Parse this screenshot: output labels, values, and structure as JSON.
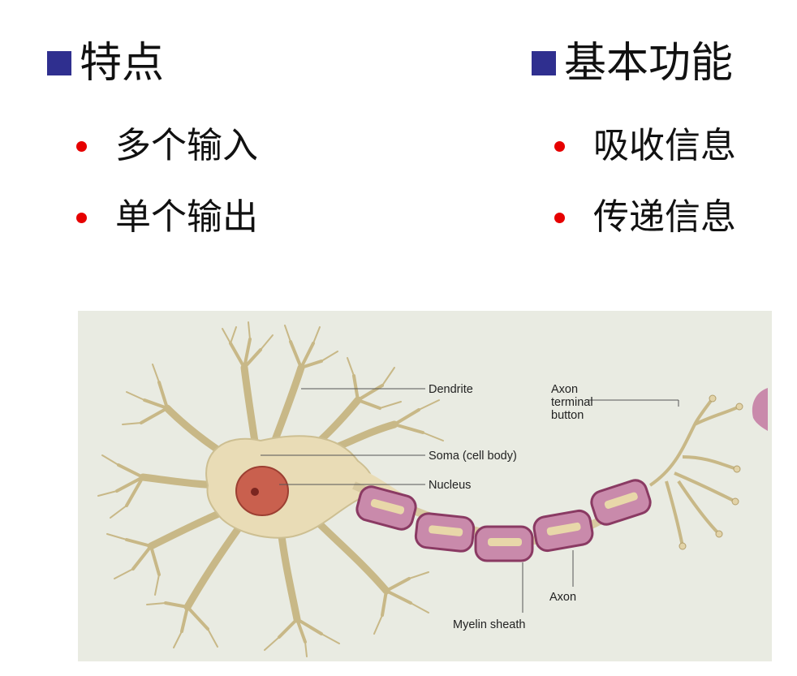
{
  "left_column": {
    "heading": "特点",
    "items": [
      "多个输入",
      "单个输出"
    ]
  },
  "right_column": {
    "heading": "基本功能",
    "items": [
      "吸收信息",
      "传递信息"
    ]
  },
  "figure": {
    "labels": {
      "dendrite": "Dendrite",
      "axon_terminal_1": "Axon",
      "axon_terminal_2": "terminal",
      "axon_terminal_3": "button",
      "soma": "Soma (cell body)",
      "nucleus": "Nucleus",
      "axon": "Axon",
      "myelin": "Myelin sheath"
    },
    "colors": {
      "background": "#e9ebe2",
      "cell_body": "#e9dcb6",
      "nucleus": "#c9604e",
      "myelin": "#c98aab",
      "heading_square": "#2f2f8f",
      "bullet": "#e60000"
    }
  }
}
